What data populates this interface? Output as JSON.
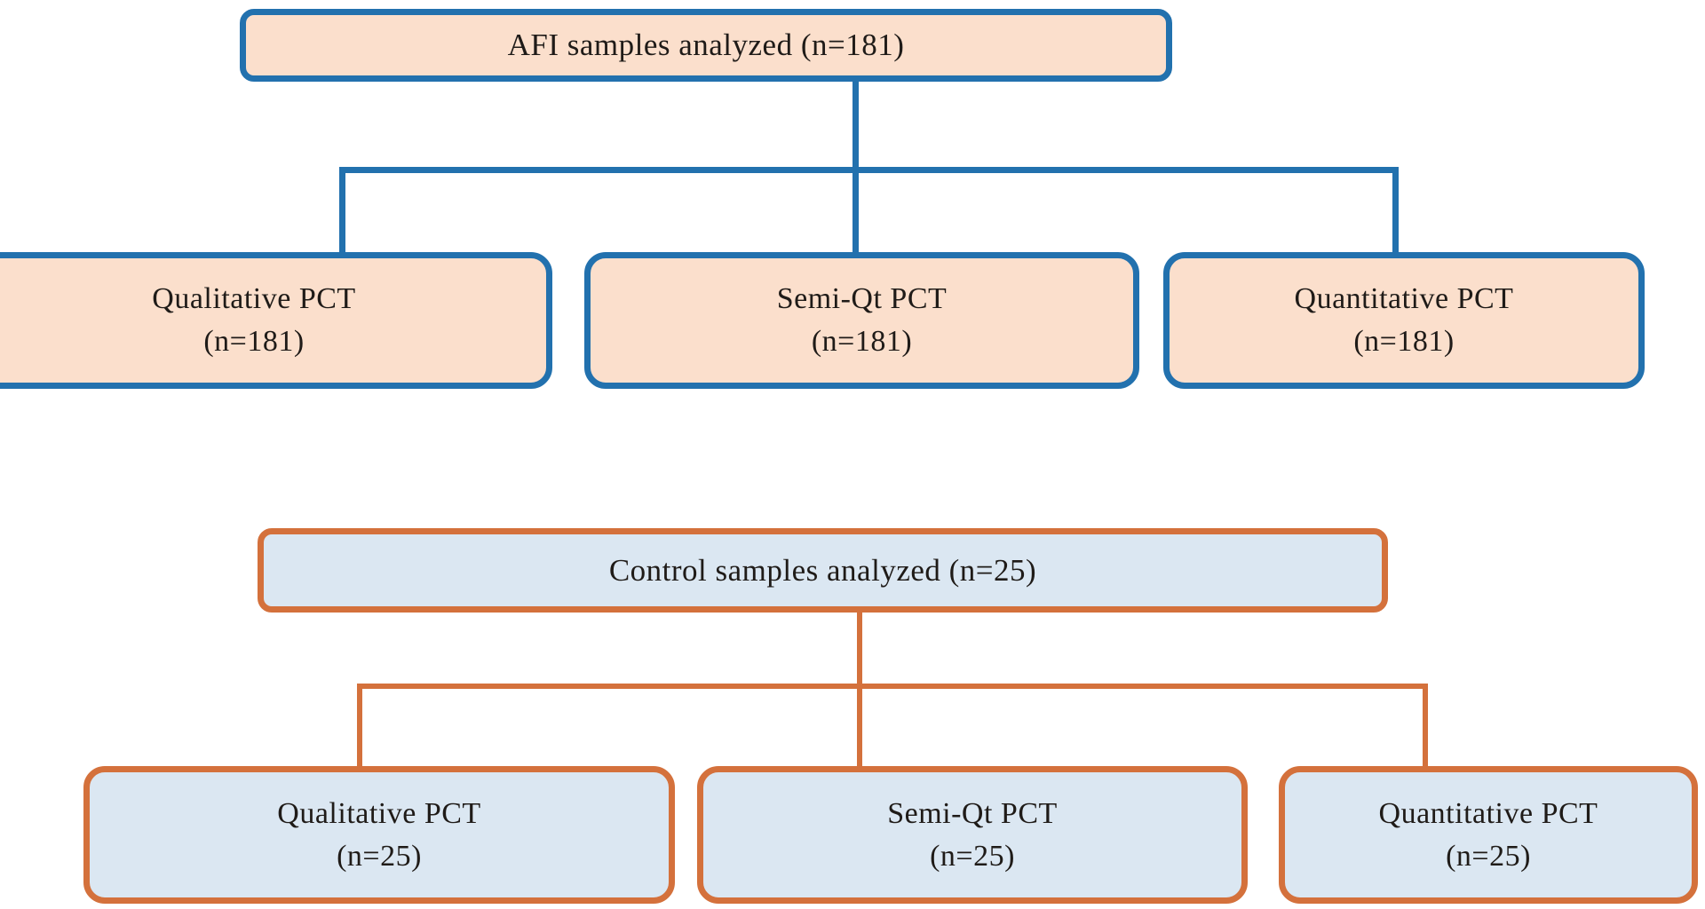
{
  "diagram": {
    "top_flow": {
      "border_color": "#2271ae",
      "fill_color": "#fbdfcc",
      "root": {
        "label": "AFI samples analyzed (n=181)"
      },
      "children": [
        {
          "label": "Qualitative PCT",
          "count": "(n=181)"
        },
        {
          "label": "Semi-Qt PCT",
          "count": "(n=181)"
        },
        {
          "label": "Quantitative PCT",
          "count": "(n=181)"
        }
      ]
    },
    "bottom_flow": {
      "border_color": "#d4713c",
      "fill_color": "#dbe7f2",
      "root": {
        "label": "Control samples analyzed (n=25)"
      },
      "children": [
        {
          "label": "Qualitative PCT",
          "count": "(n=25)"
        },
        {
          "label": "Semi-Qt PCT",
          "count": "(n=25)"
        },
        {
          "label": "Quantitative PCT",
          "count": "(n=25)"
        }
      ]
    }
  }
}
